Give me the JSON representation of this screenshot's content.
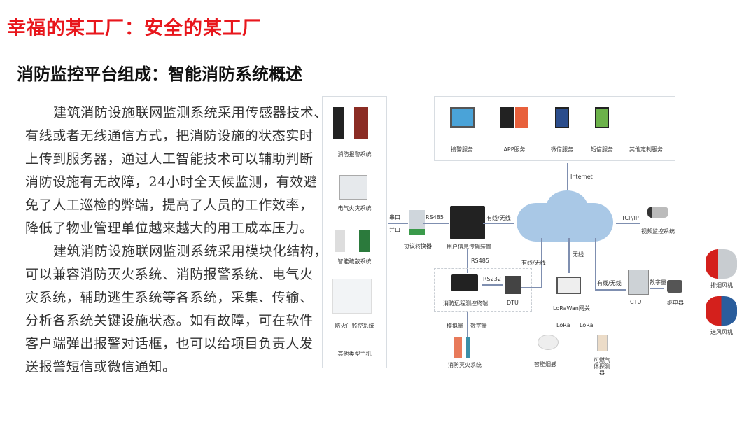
{
  "title": "幸福的某工厂：安全的某工厂",
  "subtitle": "消防监控平台组成：智能消防系统概述",
  "paragraph_lines": [
    "建筑消防设施联网监测系统采用传感器技术、",
    "有线或者无线通信方式，把消防设施的状态实时",
    "上传到服务器，通过人工智能技术可以辅助判断",
    "消防设施有无故障，24小时全天候监测，有效避",
    "免了人工巡检的弊端，提高了人员的工作效率，",
    "降低了物业管理单位越来越大的用工成本压力。",
    "建筑消防设施联网监测系统采用模块化结构，",
    "可以兼容消防灭火系统、消防报警系统、电气火",
    "灾系统，辅助逃生系统等各系统，采集、传输、",
    "分析各系统关键设施状态。如有故障，可在软件",
    "客户端弹出报警对话框，也可以给项目负责人发",
    "送报警短信或微信通知。"
  ],
  "diagram": {
    "left_panel": [
      "消防报警系统",
      "电气火灾系统",
      "智能疏散系统",
      "防火门监控系统",
      "......",
      "其他类型主机"
    ],
    "services": [
      "接警服务",
      "APP服务",
      "微信服务",
      "短信服务",
      "其他定制服务"
    ],
    "services_more": "......",
    "internet": "Internet",
    "serial": "串口",
    "parallel": "并口",
    "rs485": "RS485",
    "rs485b": "RS485",
    "rs232": "RS232",
    "protocol_converter": "协议转换器",
    "user_info_device": "用户信息传输装置",
    "wired_wireless_1": "有线/无线",
    "wired_wireless_2": "有线/无线",
    "wired_wireless_3": "有线/无线",
    "tcpip": "TCP/IP",
    "video": "视频监控系统",
    "wireless": "无线",
    "remote_terminal": "消防远程测控终端",
    "dtu": "DTU",
    "lorawan": "LoRaWan网关",
    "lora1": "LoRa",
    "lora2": "LoRa",
    "digital1": "数字量",
    "analog": "模拟量",
    "digital2": "数字量",
    "ctu": "CTU",
    "relay": "继电器",
    "exhaust_fan": "排烟风机",
    "supply_fan": "送风风机",
    "extinguish": "消防灭火系统",
    "smoke": "智能烟感",
    "gas": "可燃气体探测器",
    "colors": {
      "title": "#e8161c",
      "cloud": "#a9c8e6",
      "arrow": "#7f8fb0"
    }
  }
}
